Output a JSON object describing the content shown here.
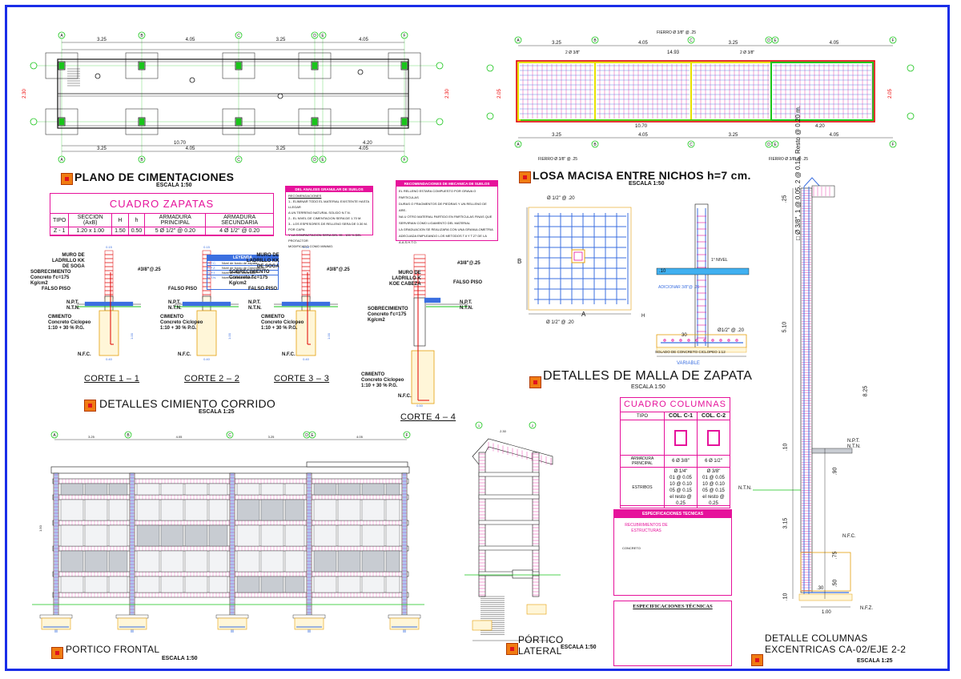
{
  "titles": {
    "plano": "PLANO DE CIMENTACIONES",
    "losa": "LOSA MACISA ENTRE NICHOS h=7 cm.",
    "cimiento": "DETALLES CIMIENTO CORRIDO",
    "malla": "DETALLES DE MALLA DE ZAPATA",
    "portico_frontal": "PORTICO FRONTAL",
    "portico_lateral_1": "PÓRTICO",
    "portico_lateral_2": "LATERAL",
    "columnas_1": "DETALLE COLUMNAS",
    "columnas_2": "EXCENTRICAS CA-02/EJE 2-2"
  },
  "scales": {
    "plano": "ESCALA 1:50",
    "losa": "ESCALA 1:50",
    "cimiento": "ESCALA 1:25",
    "malla": "ESCALA 1:50",
    "portico_frontal": "ESCALA 1:50",
    "portico_lateral": "ESCALA 1:50",
    "columnas": "ESCALA 1:25"
  },
  "axes_top": [
    "A",
    "B",
    "C",
    "D",
    "E",
    "F"
  ],
  "dims_top": [
    "3.25",
    "4.05",
    "3.25",
    "4.05"
  ],
  "dims_bottom": [
    "3.25",
    "4.05",
    "3.25",
    "4.05"
  ],
  "total_dims": {
    "a": "10.70",
    "b": "4.20",
    "c": "14.93"
  },
  "cortes": [
    "CORTE 1 – 1",
    "CORTE 2 – 2",
    "CORTE 3 – 3",
    "CORTE 4 – 4"
  ],
  "cuadro_zapatas": {
    "title": "CUADRO ZAPATAS",
    "headers": [
      "TIPO",
      "SECCION (AxB)",
      "H",
      "h",
      "ARMADURA PRINCIPAL",
      "ARMADURA SECUNDARIA"
    ],
    "row": [
      "Z - 1",
      "1.20 x 1.00",
      "1.50",
      "0.50",
      "5 Ø 1/2\" @ 0.20",
      "4 Ø 1/2\" @ 0.20"
    ]
  },
  "analisis_title": "DEL ANALISIS GRANULAR DE SUELOS",
  "analisis_notes": [
    "RECOMENDACIONES",
    "1.- ELIMINAR TODO EL MATERIAL EXISTENTE HASTA LLEGAR",
    "A UN TERRENO NATURAL SOLIDO N.T.N.",
    "2.- EL NIVEL DE CIMENTACION SERA DE 1.70 M.",
    "3.- LOS ESPESORES DE RELLENO SERA DE 0.30 M. POR CAPA",
    "Y LA COMPACTACION SERA DEL 95 - 100 % DEL PROTACTOR",
    "MODIFICADO COMO MINIMO."
  ],
  "mecanica_title": "RECOMENDACIONES DE MECANICA DE SUELOS",
  "mecanica_notes": [
    "EL RELLENO ESTARA COMPUESTO POR GRAVA O PARTICULAS",
    "DURAS O FRAGMENTOS DE PIEDRAS Y UN RELLENO DE ARE-",
    "NA U OTRO MATERIAL PARTIDO EN PARTICULAS FINAS QUE",
    "SERVIRIAN COMO LIGAMENTO DEL MATERIAL",
    "LA GRADUACION SE REALIZARA CON UNA GRANULOMETRIA",
    "ADECUADA EMPLEANDO LOS METODOS T.II Y T.27 DE LA",
    "A.A.S.H.T.O."
  ],
  "leyenda": {
    "title": "LEYENDA",
    "items": [
      [
        "N.F.C.",
        "Nivel de fondo de zapata"
      ],
      [
        "N.F.Z.",
        "Nivel de fondo de Cimentación"
      ],
      [
        "N.P.T.",
        "Nivel de Piso terminado"
      ],
      [
        "N.T.N.",
        "Nivel de terreno natural"
      ]
    ]
  },
  "cimiento_labels": {
    "muro": "MURO DE\nLADRILLO KK\nDE SOGA",
    "sobre": "SOBRECIMIENTO\nConcreto f'c=175\nKg/cm2",
    "cim": "CIMIENTO\nConcreto Ciclopeo\n1:10 + 30 % P.G.",
    "falso": "FALSO PISO",
    "npt": "N.P.T.",
    "ntn": "N.T.N.",
    "nfc": "N.F.C.",
    "acero1": "#3/8\"@.25",
    "muro4": "MURO DE\nLADRILLO K\nKOE CABEZA"
  },
  "malla_labels": {
    "top": "Ø 1/2\" @ .20",
    "bottom": "Ø 1/2\" @ .20",
    "a": "A",
    "b": "B",
    "nivel": "1° NIVEL",
    "adicional": "ADICIONAR 3/8\"@ .25",
    "dowel": "Ø1/2\" @ .20",
    "solado": "SOLADO DE CONCRETO CICLOPEO 1:12",
    "variable": "VARIABLE",
    "h": "H",
    "v30": "30",
    "v10": ".10"
  },
  "cuadro_columnas": {
    "title": "CUADRO COLUMNAS",
    "headers": [
      "TIPO",
      "COL. C-1",
      "COL. C-2"
    ],
    "armadura_label": "ARMADURA PRINCIPAL",
    "armadura": [
      "6 Ø 3/8\"",
      "6 Ø 1/2\""
    ],
    "estribos_label": "ESTRIBOS",
    "estribos_c1": [
      "Ø 1/4\"",
      "01 @ 0.05",
      "10 @ 0.10",
      "05 @ 0.15",
      "el resto @ 0.25"
    ],
    "estribos_c2": [
      "Ø 3/8\"",
      "01 @ 0.05",
      "10 @ 0.10",
      "05 @ 0.15",
      "el resto @ 0.25"
    ]
  },
  "espec": {
    "title": "ESPECIFICACIONES TECNICAS",
    "sub": "RECUBRIMIENTOS DE ESTRUCTURAS",
    "title2": "ESPECIFICACIONES TÉCNICAS",
    "concreto": "CONCRETO"
  },
  "columna_exc": {
    "lbl1": "N.P.T.",
    "lbl2": "N.T.N.",
    "lbl3": "N.T.N.",
    "lbl4": "N.F.C.",
    "lbl5": "N.F.Z.",
    "stirrup": "□ Ø 3/8\", 1 @ 0.05, 2 @ 0.15, Resto @ 0.20 m.",
    "d25": ".25",
    "d10": ".10",
    "d810": "8.25",
    "d90": ".90",
    "d315": "3.15",
    "d75": ".75",
    "d50": ".50",
    "d10b": ".10",
    "d30": ".30",
    "width": "1.00",
    "d510": "5.10"
  },
  "losa_labels": {
    "fierro_top": "FIERRO Ø 3/8\" @ .25",
    "fierro_bot": "FIERRO Ø 3/8\" @ .25",
    "bar": "2 Ø 3/8\"",
    "d105": "10.70",
    "d420": "4.20"
  },
  "colors": {
    "border": "#1a2ee8",
    "pink": "#e6129b",
    "blue": "#3b6fe0",
    "green": "#19c51a",
    "red": "#e00000",
    "grey": "#9aa0a8"
  }
}
